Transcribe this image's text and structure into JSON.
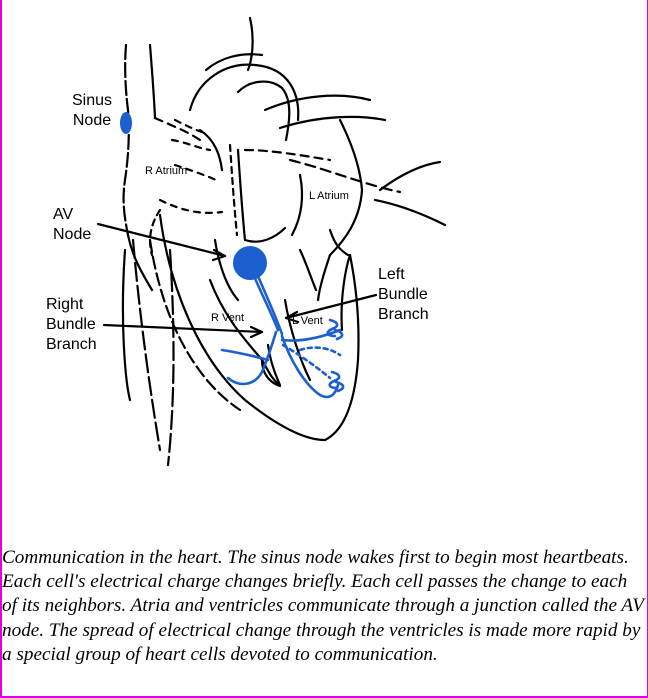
{
  "diagram": {
    "labels": {
      "sinus_node": "Sinus\nNode",
      "r_atrium": "R Atrium",
      "l_atrium": "L Atrium",
      "av_node": "AV\nNode",
      "right_bundle_branch": "Right\nBundle\nBranch",
      "left_bundle_branch": "Left\nBundle\nBranch",
      "r_vent": "R Vent",
      "l_vent": "L Vent"
    },
    "colors": {
      "conduction": "#1c5fcf",
      "outline": "#000000",
      "frame": "#e000e0"
    }
  },
  "caption": "Communication in the heart. The sinus node wakes first to begin most heartbeats. Each cell's electrical charge changes briefly. Each cell passes the change to each of its neighbors. Atria and ventricles communicate through a junction called the AV node. The spread of electrical change through the ventricles is made more rapid by a special group of heart cells devoted to communication."
}
